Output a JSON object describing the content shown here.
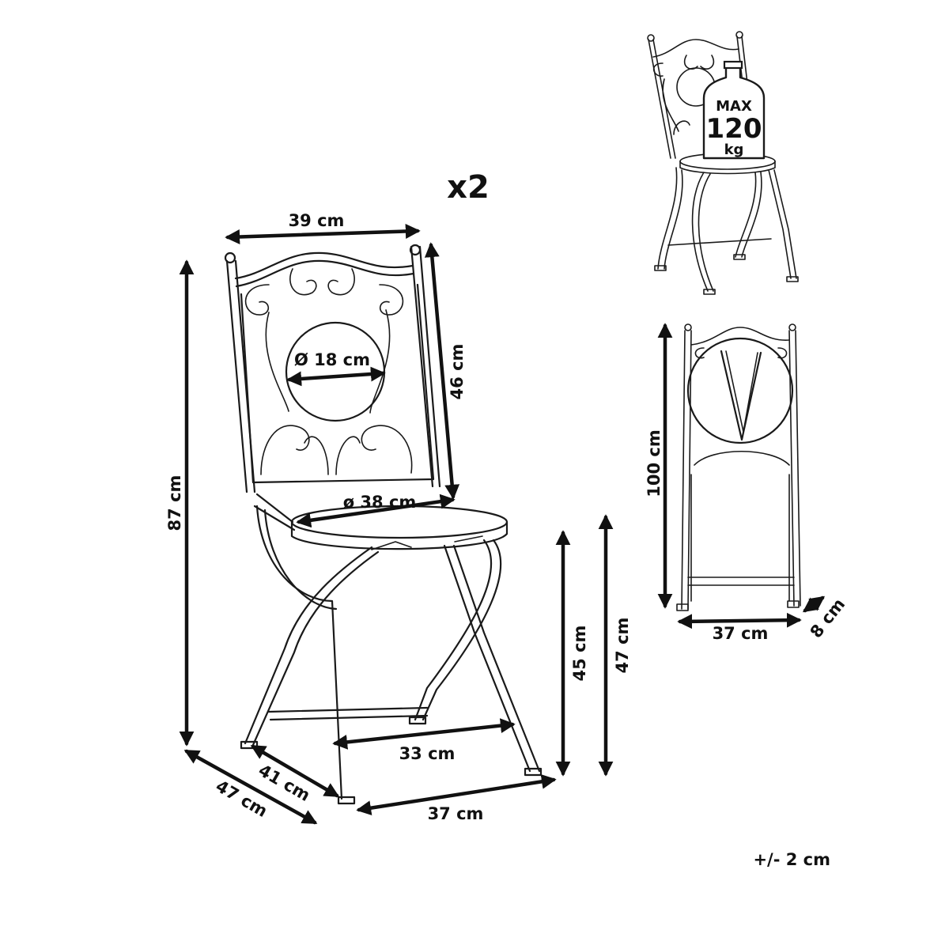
{
  "quantity": "x2",
  "tolerance": "+/- 2 cm",
  "main_view": {
    "width_label": "39 cm",
    "total_height_label": "87 cm",
    "backrest_height_label": "46 cm",
    "medallion_diameter_label": "Ø 18 cm",
    "seat_diameter_label": "ø 38 cm",
    "seat_height_label": "45 cm",
    "seat_top_height_label": "47 cm",
    "front_depth_label": "41 cm",
    "side_depth_label": "47 cm",
    "front_width_label": "37 cm",
    "inner_width_label": "33 cm"
  },
  "load_badge": {
    "line1": "MAX",
    "line2": "120",
    "line3": "kg"
  },
  "folded_view": {
    "height_label": "100 cm",
    "width_label": "37 cm",
    "depth_label": "8 cm"
  },
  "colors": {
    "ink": "#1a1a1a",
    "background": "#ffffff"
  }
}
